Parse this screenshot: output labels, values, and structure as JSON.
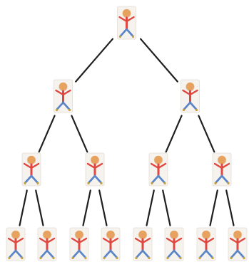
{
  "diagram": {
    "type": "binary-tree",
    "levels": 4,
    "node_icon": "stick-figure-person-icon",
    "colors": {
      "edge": "#1f1f1f",
      "card_background": "#f6f3ef",
      "card_border": "#e4ddd5",
      "head": "#e6a25e",
      "head_shadow": "#c9844a",
      "body": "#e0473f",
      "legs": "#5a86c7",
      "feet": "#c9a13a"
    },
    "nodes": [
      {
        "id": "n0",
        "level": 0
      },
      {
        "id": "n1",
        "level": 1,
        "parent": "n0"
      },
      {
        "id": "n2",
        "level": 1,
        "parent": "n0"
      },
      {
        "id": "n3",
        "level": 2,
        "parent": "n1"
      },
      {
        "id": "n4",
        "level": 2,
        "parent": "n1"
      },
      {
        "id": "n5",
        "level": 2,
        "parent": "n2"
      },
      {
        "id": "n6",
        "level": 2,
        "parent": "n2"
      },
      {
        "id": "n7",
        "level": 3,
        "parent": "n3"
      },
      {
        "id": "n8",
        "level": 3,
        "parent": "n3"
      },
      {
        "id": "n9",
        "level": 3,
        "parent": "n4"
      },
      {
        "id": "n10",
        "level": 3,
        "parent": "n4"
      },
      {
        "id": "n11",
        "level": 3,
        "parent": "n5"
      },
      {
        "id": "n12",
        "level": 3,
        "parent": "n5"
      },
      {
        "id": "n13",
        "level": 3,
        "parent": "n6"
      },
      {
        "id": "n14",
        "level": 3,
        "parent": "n6"
      }
    ]
  }
}
